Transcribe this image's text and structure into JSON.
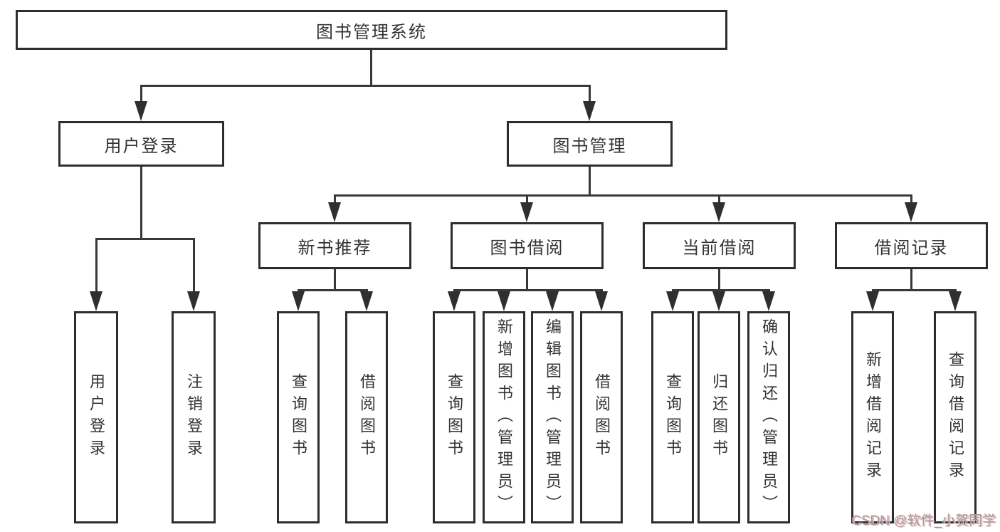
{
  "diagram": {
    "root": {
      "label": "图书管理系统"
    },
    "level2": [
      {
        "label": "用户登录"
      },
      {
        "label": "图书管理"
      }
    ],
    "level3": [
      {
        "label": "新书推荐"
      },
      {
        "label": "图书借阅"
      },
      {
        "label": "当前借阅"
      },
      {
        "label": "借阅记录"
      }
    ],
    "leaves": {
      "user_login": [
        "用户登录",
        "注销登录"
      ],
      "new_books": [
        "查询图书",
        "借阅图书"
      ],
      "book_borrow": [
        "查询图书",
        "新增图书（管理员）",
        "编辑图书（管理员）",
        "借阅图书"
      ],
      "current_borrow": [
        "查询图书",
        "归还图书",
        "确认归还（管理员）"
      ],
      "borrow_records": [
        "新增借阅记录",
        "查询借阅记录"
      ]
    }
  },
  "colors": {
    "line": "#383838",
    "box_border": "#2d2d2d",
    "text": "#333333",
    "background": "#ffffff",
    "watermark_text": "#9d9d9d",
    "watermark_shadow": "#f0aab4"
  },
  "watermark": {
    "text": "CSDN @软件_小贺同学"
  }
}
